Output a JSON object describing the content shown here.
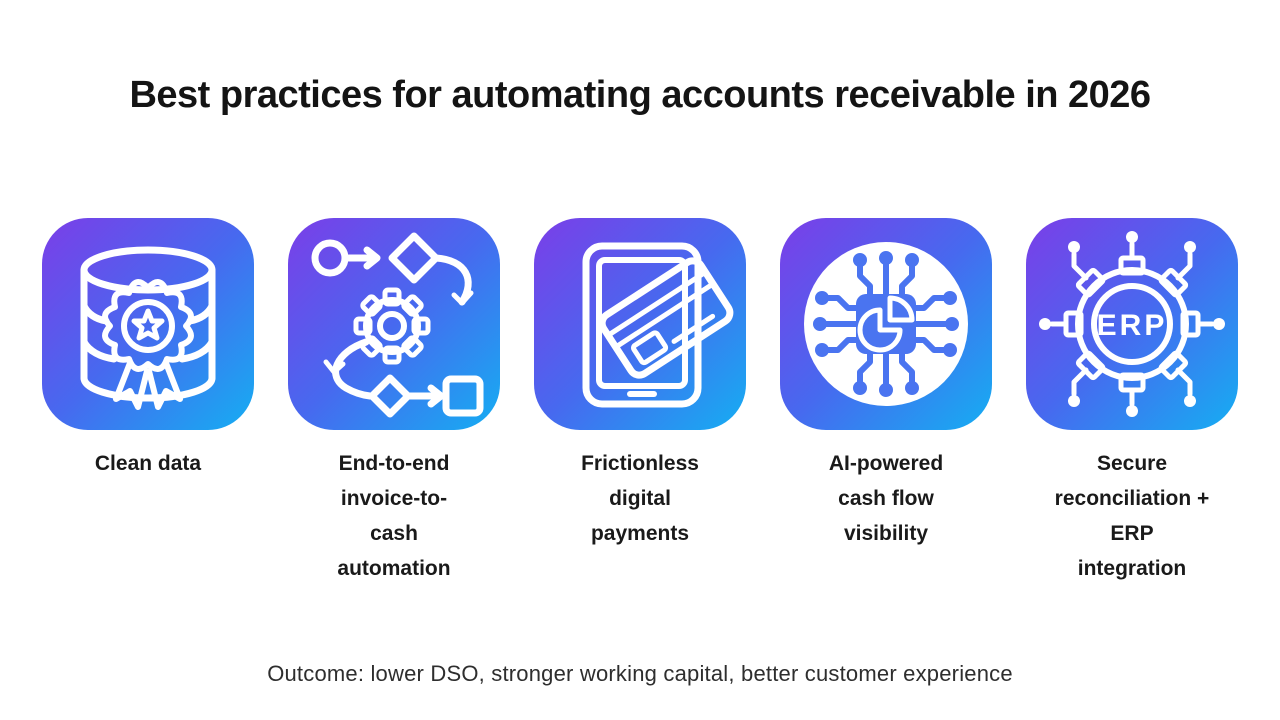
{
  "title": "Best practices for automating accounts receivable in 2026",
  "cards": [
    {
      "label": "Clean data",
      "icon": "database-award-icon"
    },
    {
      "label": "End-to-end\ninvoice-to-\ncash\nautomation",
      "icon": "workflow-automation-icon"
    },
    {
      "label": "Frictionless\ndigital\npayments",
      "icon": "tablet-credit-card-icon"
    },
    {
      "label": "AI-powered\ncash flow\nvisibility",
      "icon": "ai-chip-pie-chart-icon"
    },
    {
      "label": "Secure\nreconciliation +\nERP\nintegration",
      "icon": "erp-gear-icon",
      "icon_text": "ERP"
    }
  ],
  "outcome": "Outcome: lower DSO, stronger working capital, better customer experience",
  "colors": {
    "background": "#FFFFFF",
    "tile_gradient_start": "#7B3EE8",
    "tile_gradient_mid": "#4769EF",
    "tile_gradient_end": "#15AEF2",
    "icon_stroke": "#FFFFFF",
    "chip_blue": "#4A74F0",
    "title_text": "#141414",
    "label_text": "#1A1A1A",
    "outcome_text": "#2E2E2E"
  }
}
